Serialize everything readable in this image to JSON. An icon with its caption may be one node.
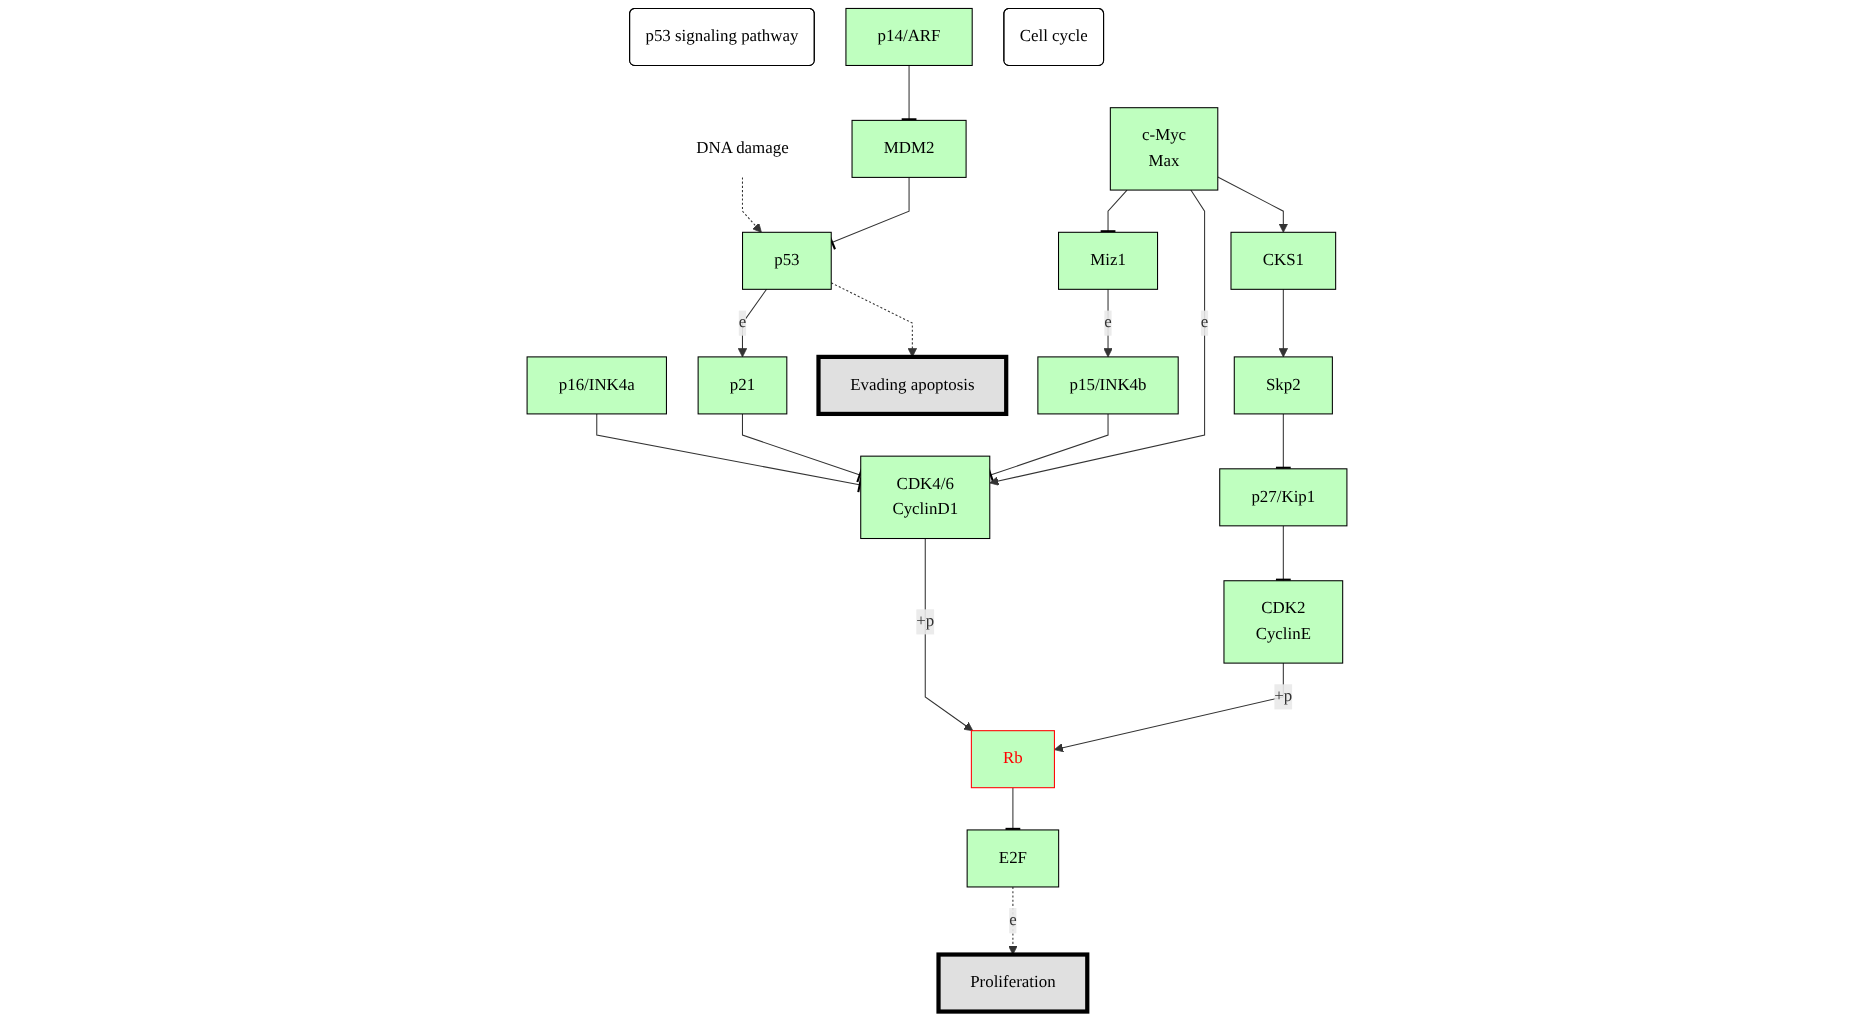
{
  "diagram": {
    "nodes": [
      {
        "text": [
          "DNA damage"
        ]
      },
      {
        "text": [
          "p53 signaling pathway"
        ]
      },
      {
        "text": [
          "p53"
        ]
      },
      {
        "text": [
          "MDM2"
        ]
      },
      {
        "text": [
          "p14/ARF"
        ]
      },
      {
        "text": [
          "p16/INK4a"
        ]
      },
      {
        "text": [
          "p21"
        ]
      },
      {
        "text": [
          "Cell cycle"
        ]
      },
      {
        "text": [
          "Evading apoptosis"
        ]
      },
      {
        "text": [
          "Rb"
        ]
      },
      {
        "text": [
          "CDK4/6",
          "CyclinD1"
        ]
      },
      {
        "text": [
          "p15/INK4b"
        ]
      },
      {
        "text": [
          "Miz1"
        ]
      },
      {
        "text": [
          "c-Myc",
          "Max"
        ]
      },
      {
        "text": [
          "E2F"
        ]
      },
      {
        "text": [
          "CDK2",
          "CyclinE"
        ]
      },
      {
        "text": [
          "p27/Kip1"
        ]
      },
      {
        "text": [
          "CKS1"
        ]
      },
      {
        "text": [
          "Proliferation"
        ]
      },
      {
        "text": [
          "Skp2"
        ]
      }
    ],
    "edges": [
      {
        "from": 0,
        "to": 2,
        "arrow": "to",
        "style": "dashed"
      },
      {
        "from": 3,
        "to": 2,
        "arrow": "other"
      },
      {
        "from": 4,
        "to": 3,
        "arrow": "other"
      },
      {
        "from": 2,
        "to": 6,
        "arrow": "to",
        "label": "e"
      },
      {
        "from": 2,
        "to": 8,
        "arrow": "to",
        "style": "dashed"
      },
      {
        "from": 5,
        "to": 10,
        "arrow": "other"
      },
      {
        "from": 6,
        "to": 10,
        "arrow": "other"
      },
      {
        "from": 10,
        "to": 9,
        "arrow": "to",
        "label": "+p"
      },
      {
        "from": 11,
        "to": 10,
        "arrow": "other"
      },
      {
        "from": 12,
        "to": 11,
        "arrow": "to",
        "label": "e"
      },
      {
        "from": 13,
        "to": 12,
        "arrow": "other"
      },
      {
        "from": 13,
        "to": 10,
        "arrow": "to",
        "label": "e"
      },
      {
        "from": 13,
        "to": 17,
        "arrow": "to"
      },
      {
        "from": 9,
        "to": 14,
        "arrow": "other"
      },
      {
        "from": 15,
        "to": 9,
        "arrow": "to",
        "label": "+p"
      },
      {
        "from": 16,
        "to": 15,
        "arrow": "other"
      },
      {
        "from": 14,
        "to": 18,
        "arrow": "to",
        "style": "dashed",
        "label": "e"
      },
      {
        "from": 17,
        "to": 19,
        "arrow": "to"
      },
      {
        "from": 19,
        "to": 16,
        "arrow": "other"
      }
    ]
  }
}
